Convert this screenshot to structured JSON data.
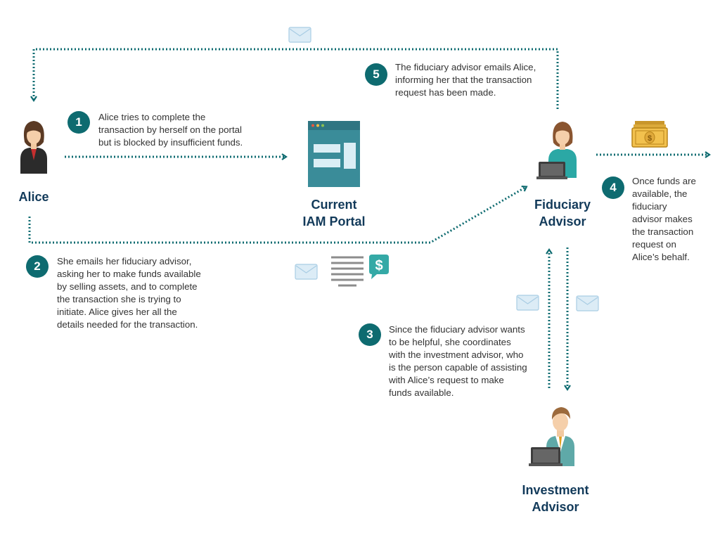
{
  "colors": {
    "arrow": "#0e6b70",
    "step_badge": "#0e6b70",
    "label": "#123a5a",
    "text": "#333333",
    "portal": "#3a8c99",
    "envelope": "#dcecf6"
  },
  "actors": {
    "alice": {
      "label": "Alice"
    },
    "portal": {
      "line1": "Current",
      "line2": "IAM Portal"
    },
    "fiduciary": {
      "line1": "Fiduciary",
      "line2": "Advisor"
    },
    "investment": {
      "line1": "Investment",
      "line2": "Advisor"
    }
  },
  "steps": [
    {
      "num": "1",
      "lines": [
        "Alice tries to complete the",
        "transaction by herself on the portal",
        "but is blocked by insufficient funds."
      ]
    },
    {
      "num": "2",
      "lines": [
        "She emails her fiduciary advisor,",
        "asking her to make funds available",
        "by selling assets, and to complete",
        "the transaction she is trying to",
        "initiate. Alice gives her all the",
        "details needed for the transaction."
      ]
    },
    {
      "num": "3",
      "lines": [
        "Since the fiduciary advisor wants",
        "to be helpful, she coordinates",
        "with the investment advisor, who",
        "is the person capable of assisting",
        "with Alice’s request to make",
        "funds available."
      ]
    },
    {
      "num": "4",
      "lines": [
        "Once funds are",
        "available, the",
        "fiduciary",
        "advisor makes",
        "the transaction",
        "request on",
        "Alice’s behalf."
      ]
    },
    {
      "num": "5",
      "lines": [
        "The fiduciary advisor emails Alice,",
        "informing her that the transaction",
        "request has been made."
      ]
    }
  ],
  "icons": {
    "alice": "woman-avatar-icon",
    "portal": "web-portal-icon",
    "fiduciary": "woman-at-laptop-icon",
    "investment": "man-at-laptop-icon",
    "money": "cash-bill-icon",
    "email": "envelope-icon",
    "document": "document-lines-icon",
    "dollar": "dollar-chat-icon"
  }
}
